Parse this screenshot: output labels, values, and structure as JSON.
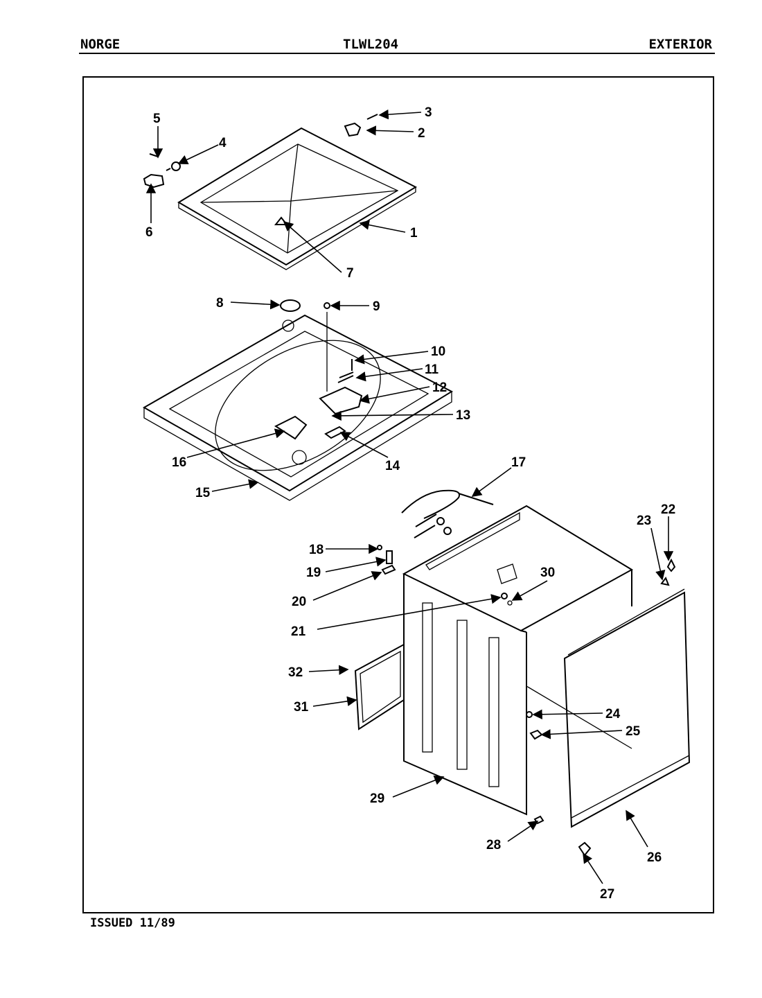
{
  "header": {
    "brand": "NORGE",
    "model": "TLWL204",
    "section": "EXTERIOR"
  },
  "footer": {
    "issued": "ISSUED 11/89"
  },
  "callouts": [
    "1",
    "2",
    "3",
    "4",
    "5",
    "6",
    "7",
    "8",
    "9",
    "10",
    "11",
    "12",
    "13",
    "14",
    "15",
    "16",
    "17",
    "18",
    "19",
    "20",
    "21",
    "22",
    "23",
    "24",
    "25",
    "26",
    "27",
    "28",
    "29",
    "30",
    "31",
    "32"
  ]
}
